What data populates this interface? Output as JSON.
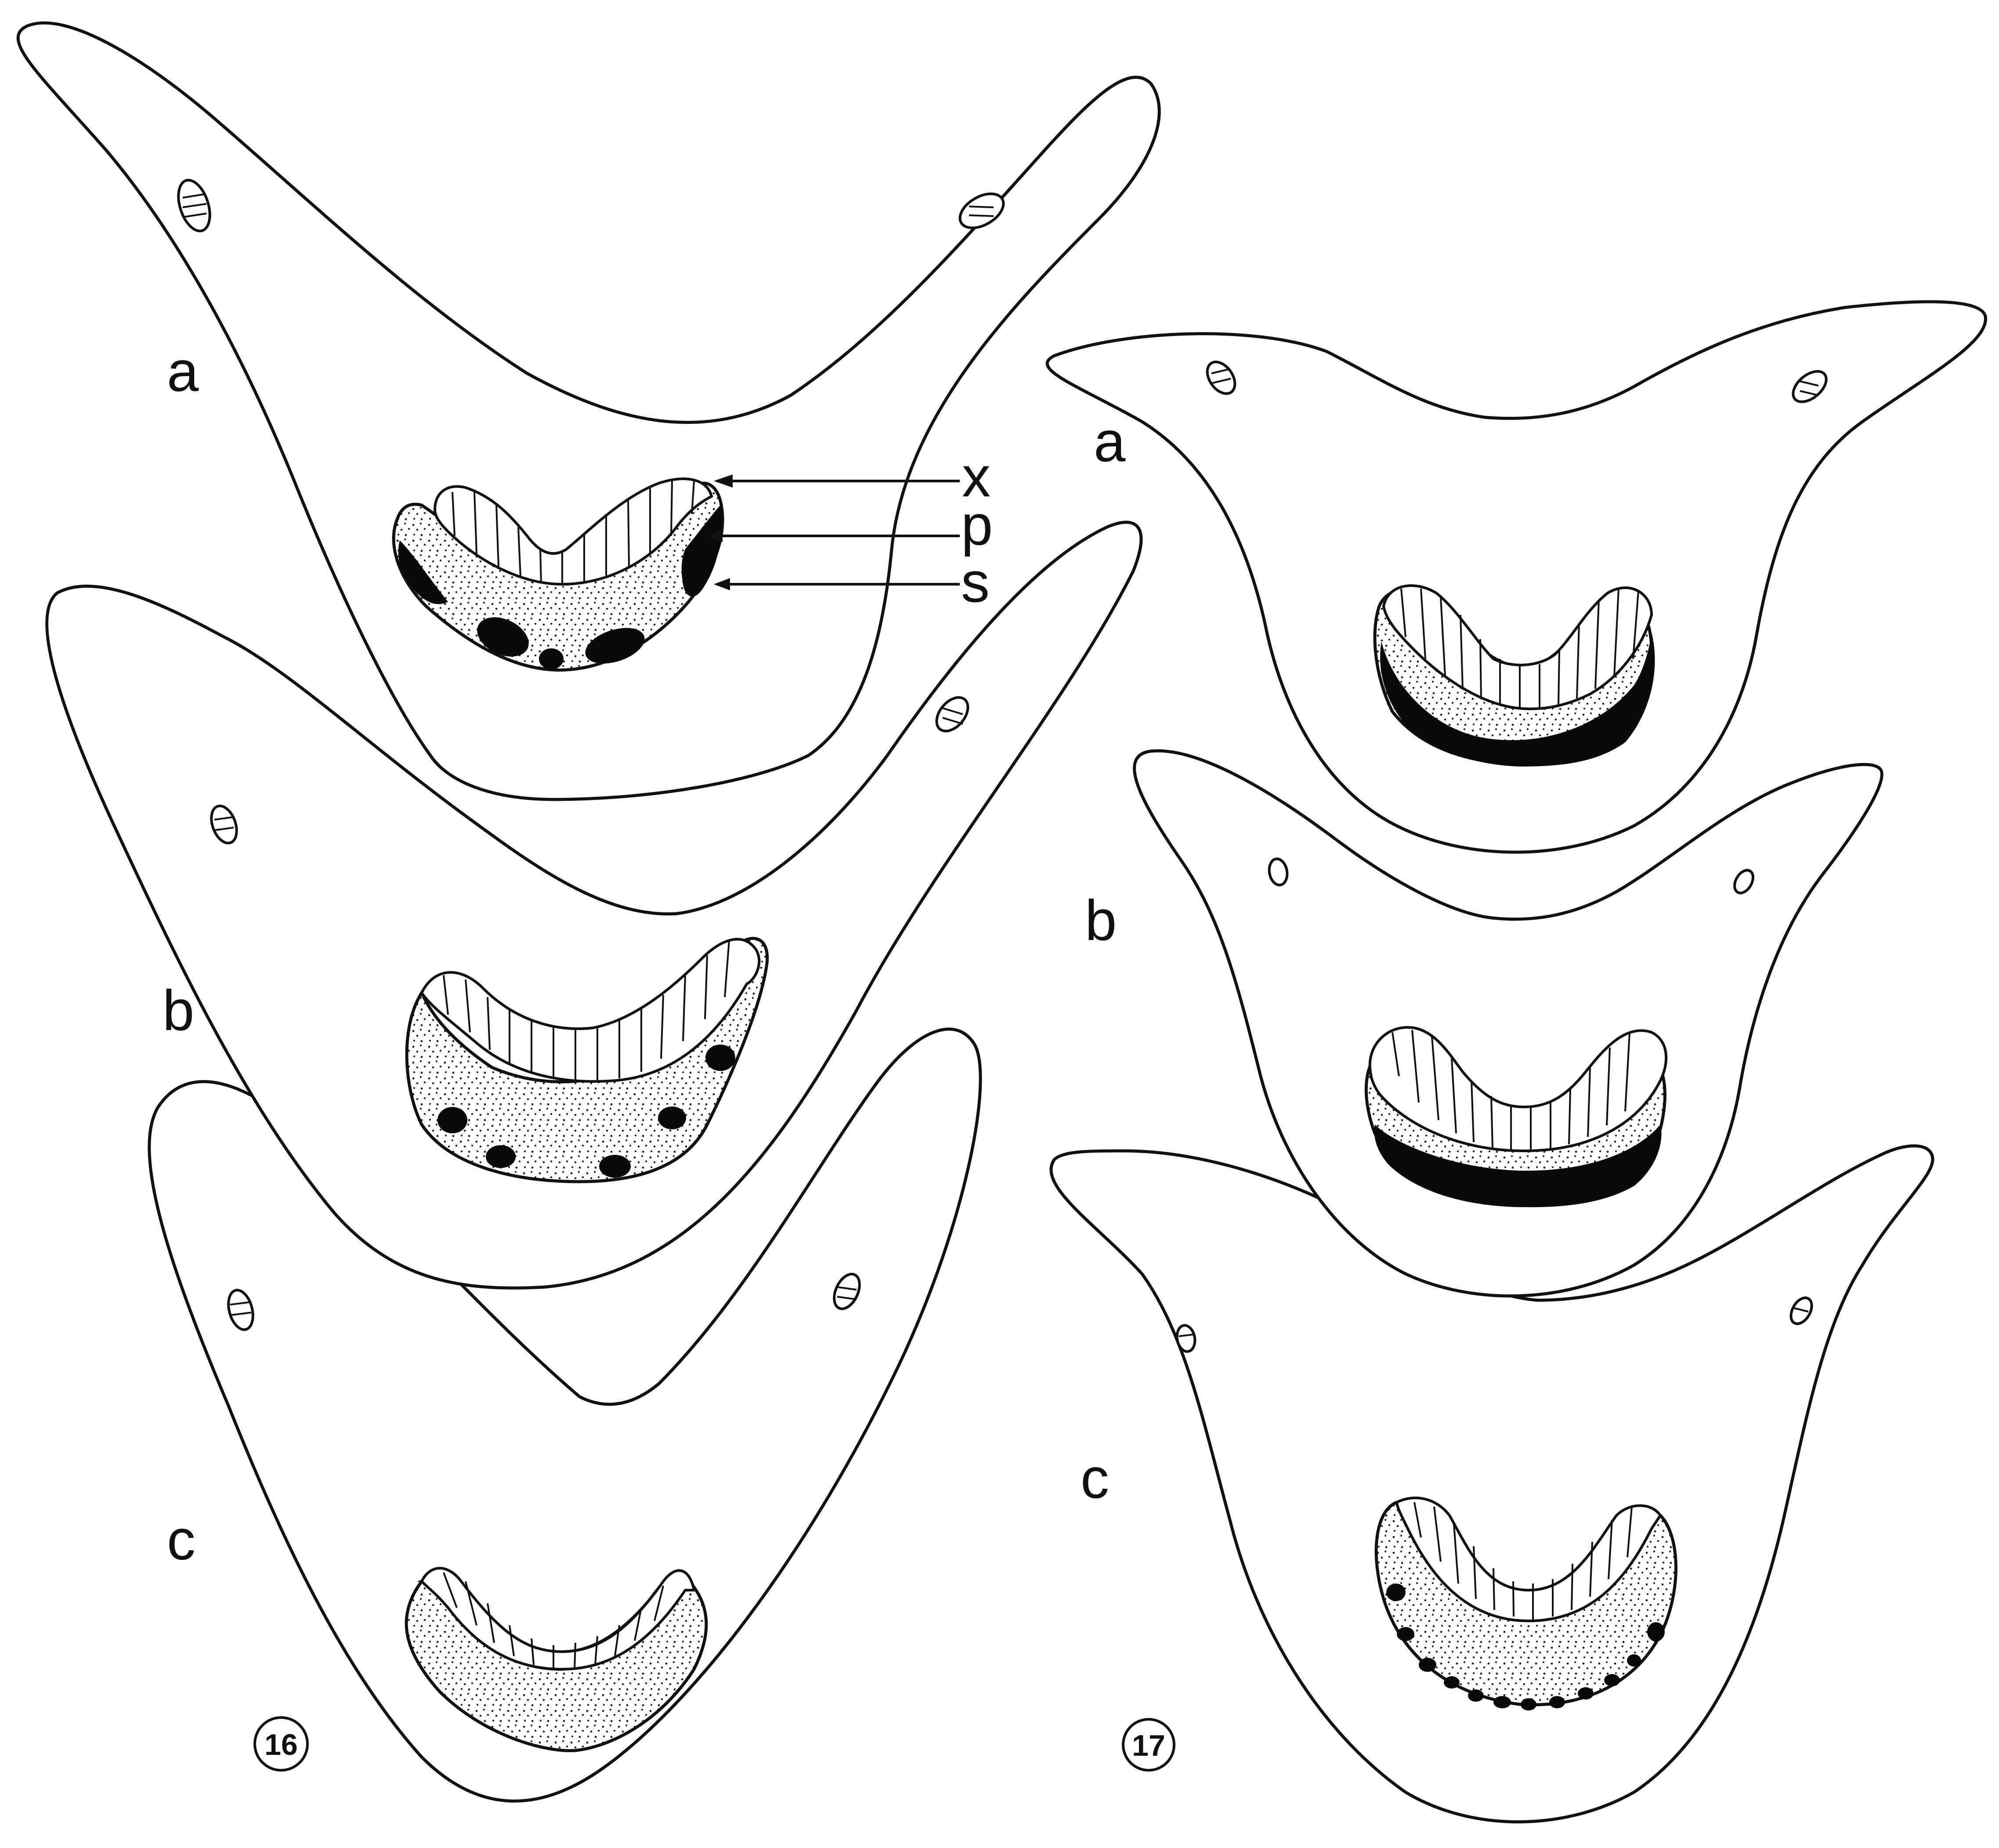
{
  "figures": [
    {
      "number": "16",
      "sections": [
        {
          "label": "a",
          "callouts": [
            "x",
            "p",
            "s"
          ]
        },
        {
          "label": "b"
        },
        {
          "label": "c"
        }
      ]
    },
    {
      "number": "17",
      "sections": [
        {
          "label": "a"
        },
        {
          "label": "b"
        },
        {
          "label": "c"
        }
      ]
    }
  ],
  "colors": {
    "ink": "#111111",
    "paper": "#ffffff"
  }
}
